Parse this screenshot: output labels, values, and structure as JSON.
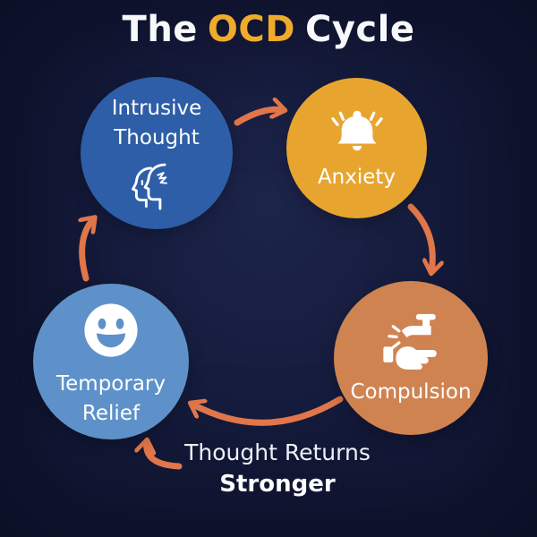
{
  "title": {
    "prefix": "The",
    "highlight": "OCD",
    "suffix": "Cycle"
  },
  "colors": {
    "background": "#141a3a",
    "title_text": "#f7f8fa",
    "title_highlight": "#f0ab2d",
    "arrow": "#e0764a",
    "node_text": "#ffffff"
  },
  "cycle": {
    "nodes": [
      {
        "label": "Intrusive Thought",
        "color": "#2d5ea7",
        "icon": "overlapping-heads-icon"
      },
      {
        "label": "Anxiety",
        "color": "#e7a52f",
        "icon": "ringing-bell-icon"
      },
      {
        "label": "Compulsion",
        "color": "#cf8351",
        "icon": "hand-washing-icon"
      },
      {
        "label": "Temporary Relief",
        "color": "#5e91c9",
        "icon": "smiley-face-icon"
      }
    ],
    "arrows": [
      {
        "from": "Intrusive Thought",
        "to": "Anxiety"
      },
      {
        "from": "Anxiety",
        "to": "Compulsion"
      },
      {
        "from": "Compulsion",
        "to": "Temporary Relief"
      },
      {
        "from": "Temporary Relief",
        "to": "Intrusive Thought"
      },
      {
        "from": "Thought Returns Stronger",
        "to": "Temporary Relief"
      }
    ]
  },
  "footnote": {
    "line1": "Thought Returns",
    "line2": "Stronger"
  }
}
